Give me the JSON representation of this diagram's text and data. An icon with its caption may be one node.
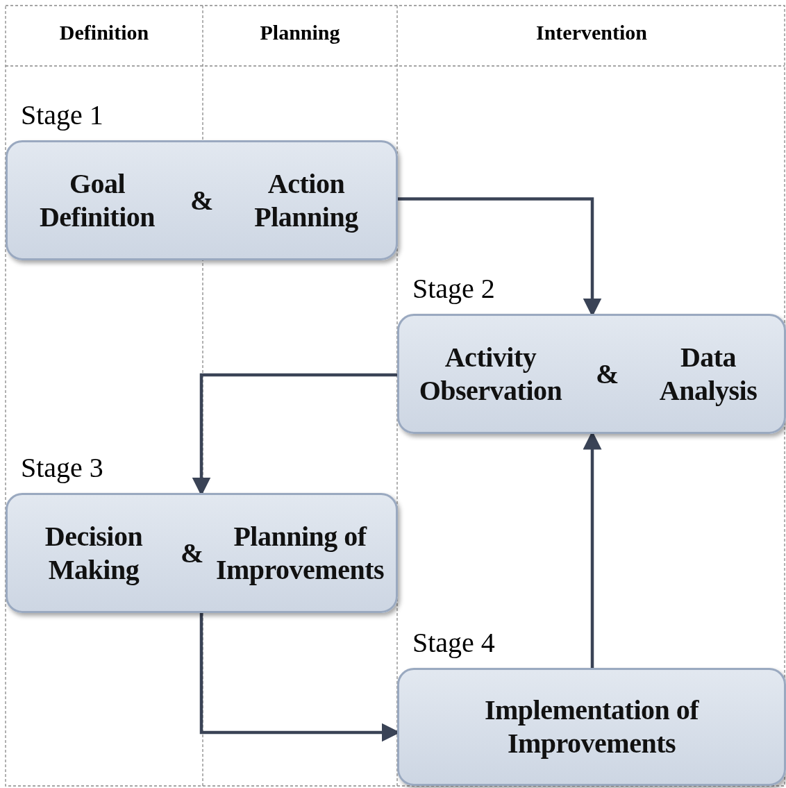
{
  "diagram": {
    "nodes": [
      {
        "text": [
          "Goal Definition",
          "&",
          "Action Planning"
        ],
        "beside": [
          "Stage 1"
        ]
      },
      {
        "text": [
          "Activity Observation",
          "&",
          "Data Analysis"
        ],
        "beside": [
          "Stage 2"
        ]
      },
      {
        "text": [
          "Decision Making",
          "&",
          "Planning of Improvements"
        ],
        "beside": [
          "Stage 3"
        ]
      },
      {
        "text": [
          "Implementation of Improvements"
        ],
        "beside": [
          "Stage 4"
        ]
      }
    ],
    "edges": [
      {
        "from": 0,
        "to": 1,
        "arrow": "to"
      },
      {
        "from": 1,
        "to": 2,
        "arrow": "to"
      },
      {
        "from": 2,
        "to": 3,
        "arrow": "to"
      },
      {
        "from": 3,
        "to": 1,
        "arrow": "to"
      }
    ],
    "labels": [
      "Definition",
      "Planning",
      "Intervention"
    ]
  }
}
